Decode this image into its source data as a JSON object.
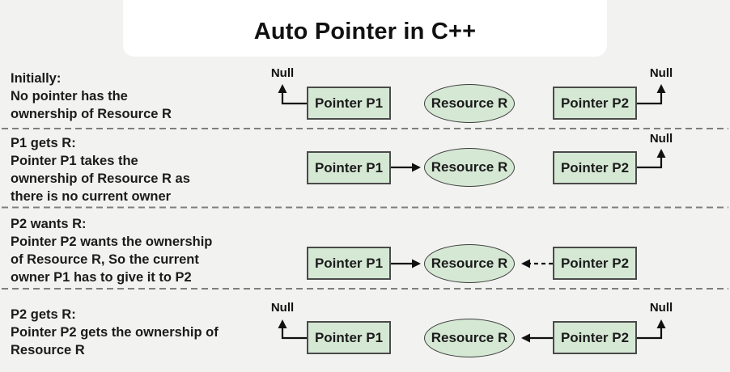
{
  "title": "Auto Pointer in C++",
  "colors": {
    "background": "#f2f2f0",
    "title_card": "#ffffff",
    "node_fill": "#d5e8d4",
    "node_border": "#4a4a4a",
    "arrow": "#111111",
    "divider": "#7f7f7f",
    "text": "#1b1b1b"
  },
  "nodes": {
    "p1": "Pointer P1",
    "p2": "Pointer P2",
    "resource": "Resource R",
    "null_label": "Null"
  },
  "rows": [
    {
      "heading": "Initially:",
      "line1": "No pointer has the",
      "line2": "ownership of Resource R"
    },
    {
      "heading": "P1 gets R:",
      "line1": "Pointer P1 takes the",
      "line2": "ownership of Resource R as",
      "line3": "there is no current owner"
    },
    {
      "heading": "P2 wants R:",
      "line1": "Pointer P2 wants the ownership",
      "line2": "of Resource R, So the current",
      "line3": "owner P1 has to give it to P2"
    },
    {
      "heading": "P2 gets R:",
      "line1": "Pointer P2 gets the ownership of",
      "line2": "Resource R"
    }
  ]
}
